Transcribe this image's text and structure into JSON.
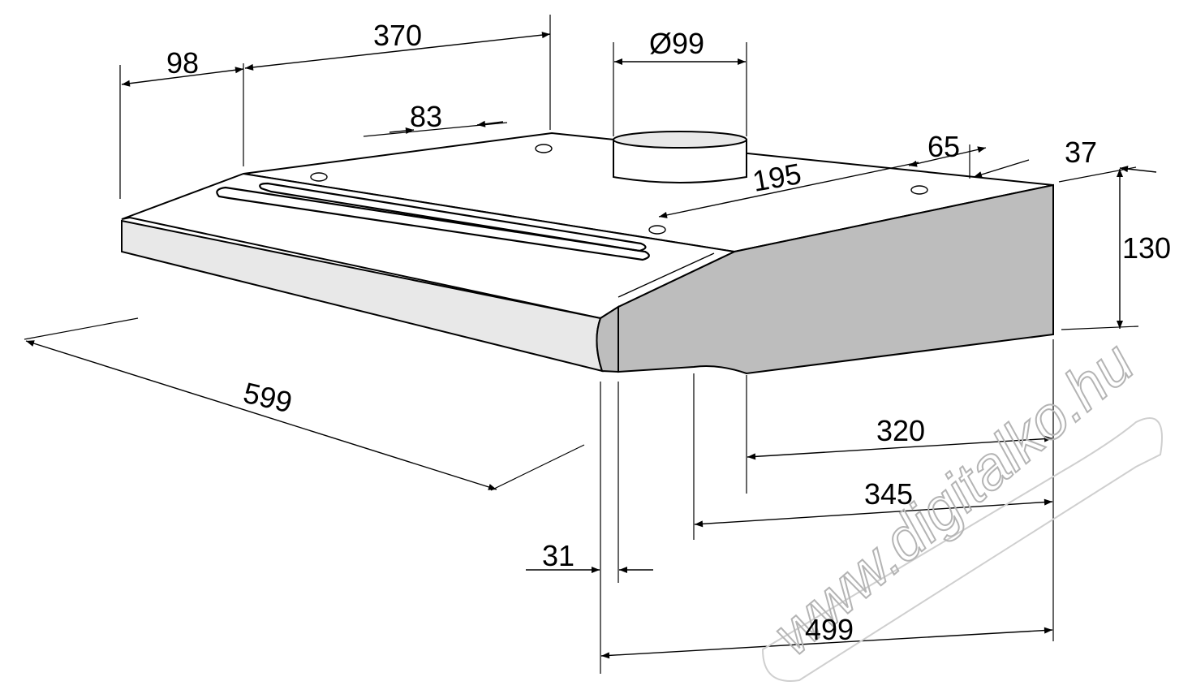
{
  "dimensions": {
    "d98": "98",
    "d370": "370",
    "d99": "Ø99",
    "d83": "83",
    "d65": "65",
    "d37": "37",
    "d195": "195",
    "d130": "130",
    "d599": "599",
    "d320": "320",
    "d345": "345",
    "d31": "31",
    "d499": "499"
  },
  "watermark": "www.digitalko.hu",
  "colors": {
    "body_side": "#bdbdbd",
    "front_strip": "#e8e8e8",
    "line": "#000000",
    "watermark": "#b4b4b4"
  }
}
